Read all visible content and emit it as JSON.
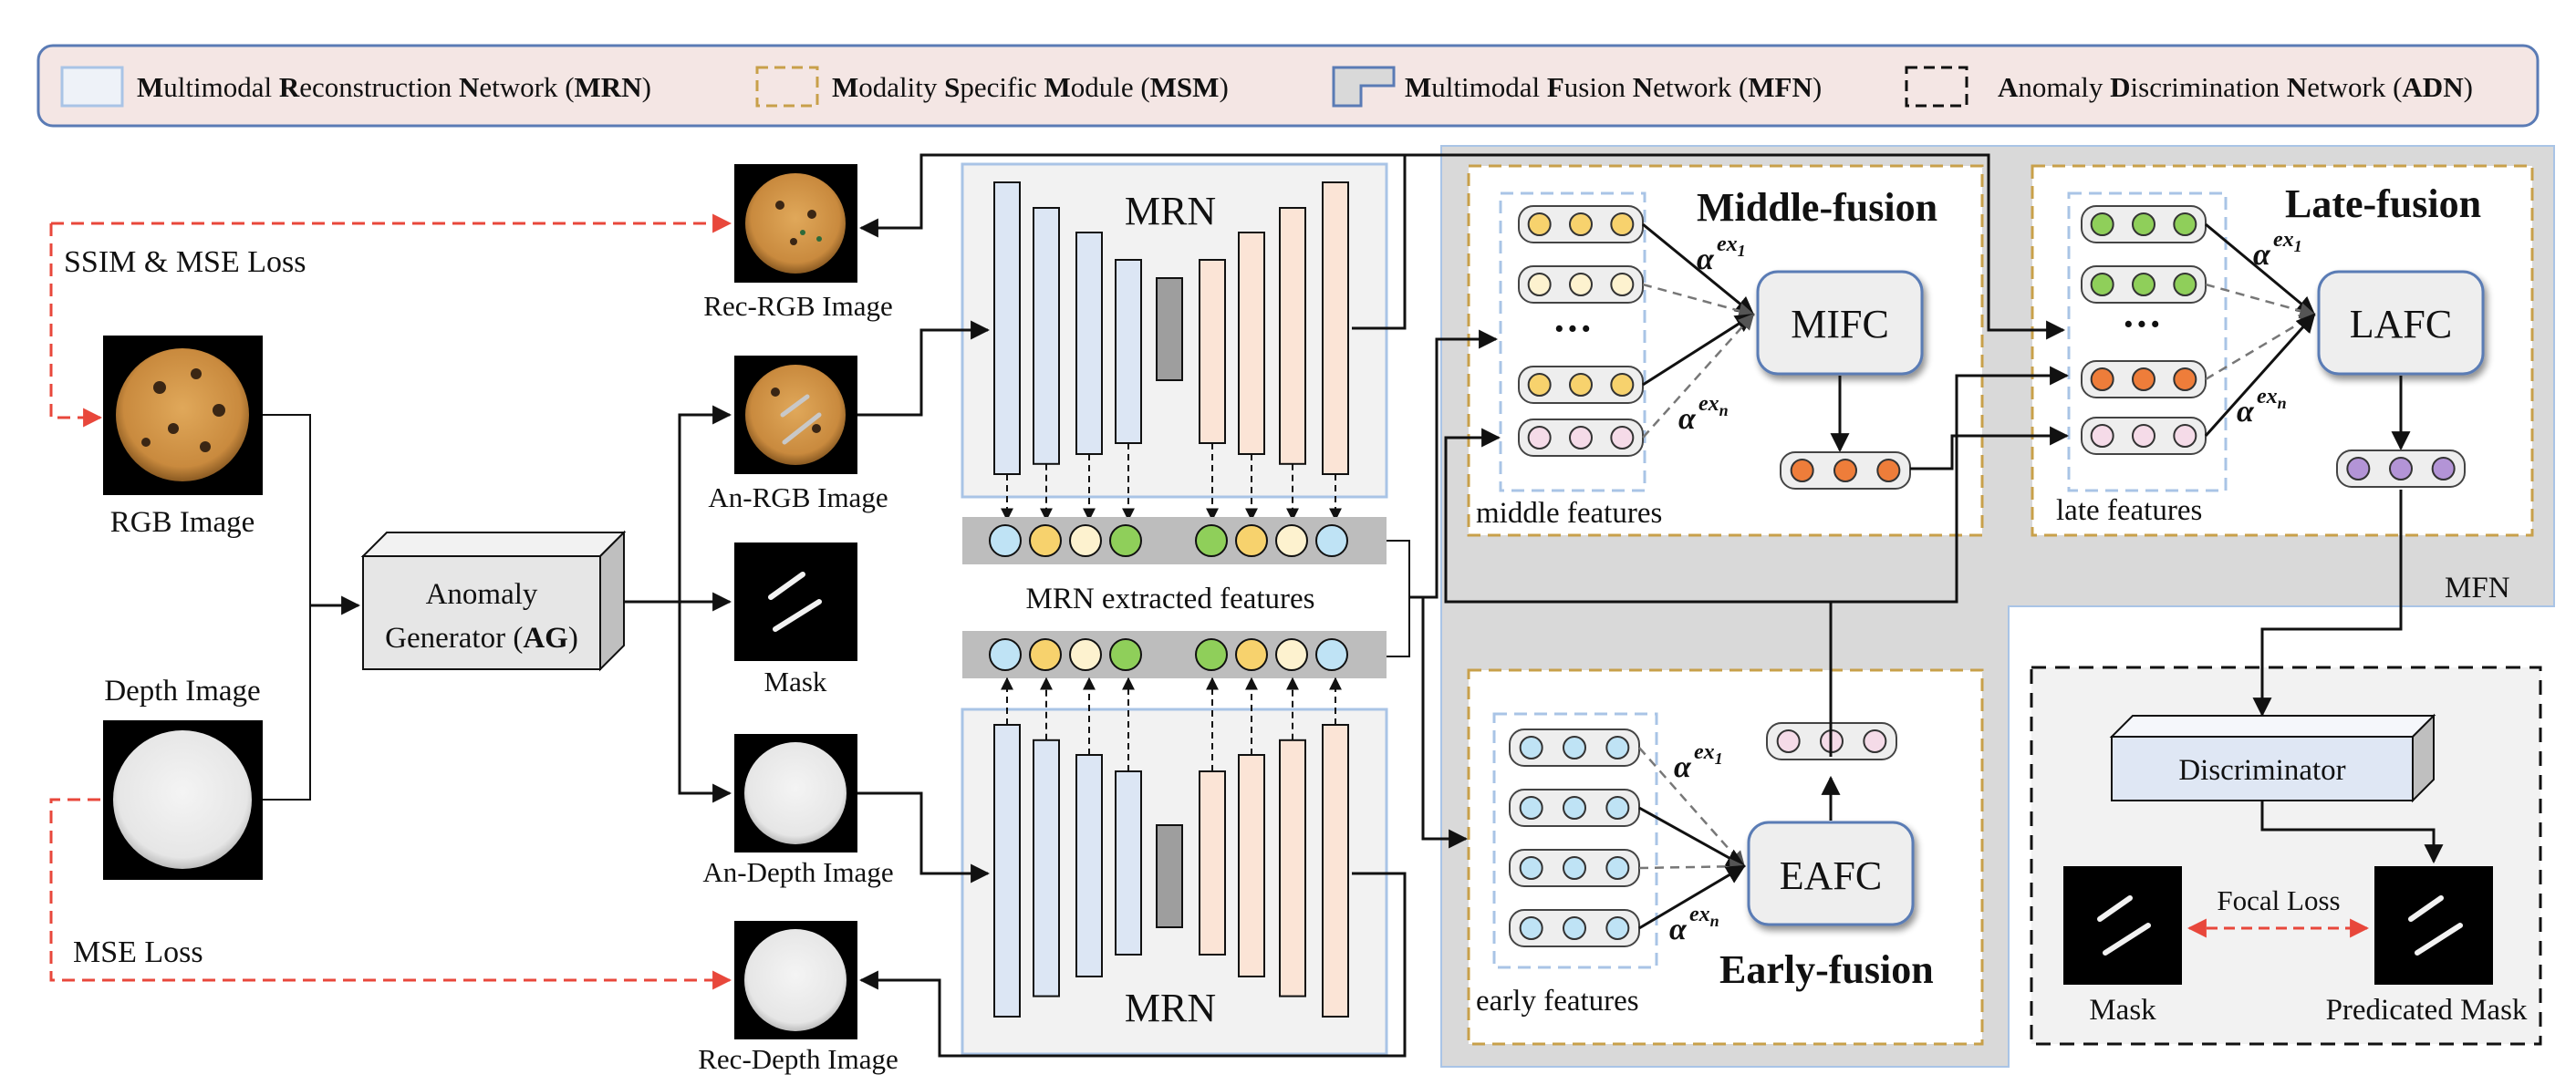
{
  "legend": {
    "mrn": {
      "parts": [
        [
          "M",
          1
        ],
        [
          "ultimodal ",
          0
        ],
        [
          "R",
          1
        ],
        [
          "econstruction ",
          0
        ],
        [
          "N",
          1
        ],
        [
          "etwork (",
          0
        ],
        [
          "MRN",
          1
        ],
        [
          ")",
          0
        ]
      ]
    },
    "msm": {
      "parts": [
        [
          "M",
          1
        ],
        [
          "odality ",
          0
        ],
        [
          "S",
          1
        ],
        [
          "pecific  ",
          0
        ],
        [
          "M",
          1
        ],
        [
          "odule (",
          0
        ],
        [
          "MSM",
          1
        ],
        [
          ")",
          0
        ]
      ]
    },
    "mfn": {
      "parts": [
        [
          "M",
          1
        ],
        [
          "ultimodal ",
          0
        ],
        [
          "F",
          1
        ],
        [
          "usion ",
          0
        ],
        [
          "N",
          1
        ],
        [
          "etwork (",
          0
        ],
        [
          "MFN",
          1
        ],
        [
          ")",
          0
        ]
      ]
    },
    "adn": {
      "parts": [
        [
          "A",
          1
        ],
        [
          "nomaly ",
          0
        ],
        [
          "D",
          1
        ],
        [
          "iscrimination ",
          0
        ],
        [
          "N",
          1
        ],
        [
          "etwork (",
          0
        ],
        [
          "ADN",
          1
        ],
        [
          ")",
          0
        ]
      ]
    }
  },
  "losses": {
    "ssim_mse": "SSIM & MSE Loss",
    "mse": "MSE Loss",
    "focal": "Focal Loss"
  },
  "images": {
    "rgb": "RGB Image",
    "depth": "Depth Image",
    "rec_rgb": "Rec-RGB Image",
    "an_rgb": "An-RGB Image",
    "mask": "Mask",
    "an_depth": "An-Depth Image",
    "rec_depth": "Rec-Depth Image"
  },
  "anomaly_generator": {
    "line1": "Anomaly",
    "line2_prefix": "Generator (",
    "line2_bold": "AG",
    "line2_suffix": ")"
  },
  "mrn": {
    "top_label": "MRN",
    "bottom_label": "MRN",
    "features_label": "MRN extracted features"
  },
  "fusion": {
    "middle_title": "Middle-fusion",
    "late_title": "Late-fusion",
    "early_title": "Early-fusion",
    "mifc": "MIFC",
    "lafc": "LAFC",
    "eafc": "EAFC",
    "middle_features": "middle features",
    "late_features": "late features",
    "early_features": "early features",
    "mfn_label": "MFN",
    "dots": "···",
    "alpha": "α",
    "sup_1": "ex",
    "sub_1": "1",
    "sub_n": "n"
  },
  "adn": {
    "discriminator": "Discriminator",
    "mask": "Mask",
    "predicted_mask": "Predicated Mask"
  },
  "colors": {
    "mrn_border": "#a9c4e6",
    "msm_border": "#c8a04a",
    "mfn_fill": "#d9d9d9",
    "red_dash": "#e8473b",
    "legend_fill": "#f4e6e4",
    "legend_border": "#5a7bb5",
    "bar_blue": "#dce6f4",
    "bar_peach": "#fbe4d6",
    "circle_blue": "#bfe3f5",
    "circle_yellow": "#f7d26d",
    "circle_cream": "#fdf2cf",
    "circle_green": "#8fcf5a",
    "circle_orange": "#ee7d3a",
    "circle_pink": "#f5dbe8",
    "circle_purple": "#b394d6"
  }
}
